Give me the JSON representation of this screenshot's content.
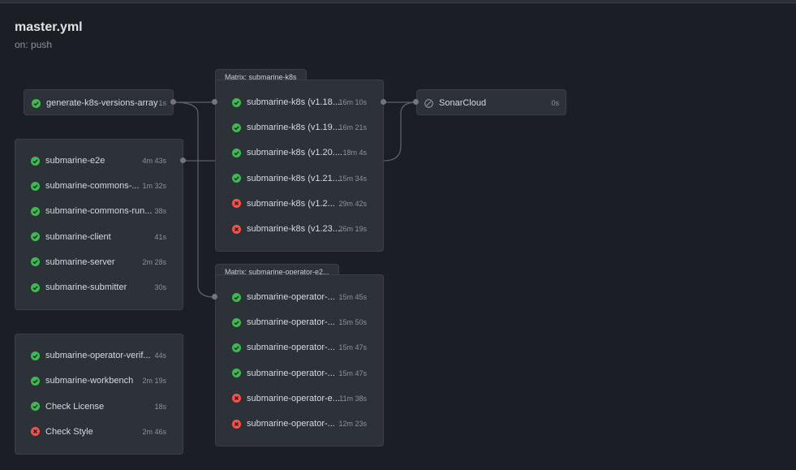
{
  "workflow": {
    "title": "master.yml",
    "trigger": "on: push"
  },
  "colors": {
    "success": "#3fb950",
    "failure": "#f85149",
    "skipped": "#8b949e"
  },
  "jobs": {
    "generate": {
      "label": "generate-k8s-versions-array",
      "duration": "1s",
      "status": "success"
    },
    "sonar": {
      "label": "SonarCloud",
      "duration": "0s",
      "status": "skipped"
    },
    "group1": [
      {
        "label": "submarine-e2e",
        "duration": "4m 43s",
        "status": "success"
      },
      {
        "label": "submarine-commons-...",
        "duration": "1m 32s",
        "status": "success"
      },
      {
        "label": "submarine-commons-run...",
        "duration": "38s",
        "status": "success"
      },
      {
        "label": "submarine-client",
        "duration": "41s",
        "status": "success"
      },
      {
        "label": "submarine-server",
        "duration": "2m 28s",
        "status": "success"
      },
      {
        "label": "submarine-submitter",
        "duration": "30s",
        "status": "success"
      }
    ],
    "group2": [
      {
        "label": "submarine-operator-verif...",
        "duration": "44s",
        "status": "success"
      },
      {
        "label": "submarine-workbench",
        "duration": "2m 19s",
        "status": "success"
      },
      {
        "label": "Check License",
        "duration": "18s",
        "status": "success"
      },
      {
        "label": "Check Style",
        "duration": "2m 46s",
        "status": "failure"
      }
    ]
  },
  "matrix_k8s": {
    "title": "Matrix: submarine-k8s",
    "jobs": [
      {
        "label": "submarine-k8s (v1.18....",
        "duration": "16m 10s",
        "status": "success"
      },
      {
        "label": "submarine-k8s (v1.19....",
        "duration": "16m 21s",
        "status": "success"
      },
      {
        "label": "submarine-k8s (v1.20....",
        "duration": "18m 4s",
        "status": "success"
      },
      {
        "label": "submarine-k8s (v1.21....",
        "duration": "15m 34s",
        "status": "success"
      },
      {
        "label": "submarine-k8s (v1.2...",
        "duration": "29m 42s",
        "status": "failure"
      },
      {
        "label": "submarine-k8s (v1.23....",
        "duration": "26m 19s",
        "status": "failure"
      }
    ]
  },
  "matrix_operator": {
    "title": "Matrix: submarine-operator-e2...",
    "jobs": [
      {
        "label": "submarine-operator-...",
        "duration": "15m 45s",
        "status": "success"
      },
      {
        "label": "submarine-operator-...",
        "duration": "15m 50s",
        "status": "success"
      },
      {
        "label": "submarine-operator-...",
        "duration": "15m 47s",
        "status": "success"
      },
      {
        "label": "submarine-operator-...",
        "duration": "15m 47s",
        "status": "success"
      },
      {
        "label": "submarine-operator-e...",
        "duration": "11m 38s",
        "status": "failure"
      },
      {
        "label": "submarine-operator-...",
        "duration": "12m 23s",
        "status": "failure"
      }
    ]
  }
}
